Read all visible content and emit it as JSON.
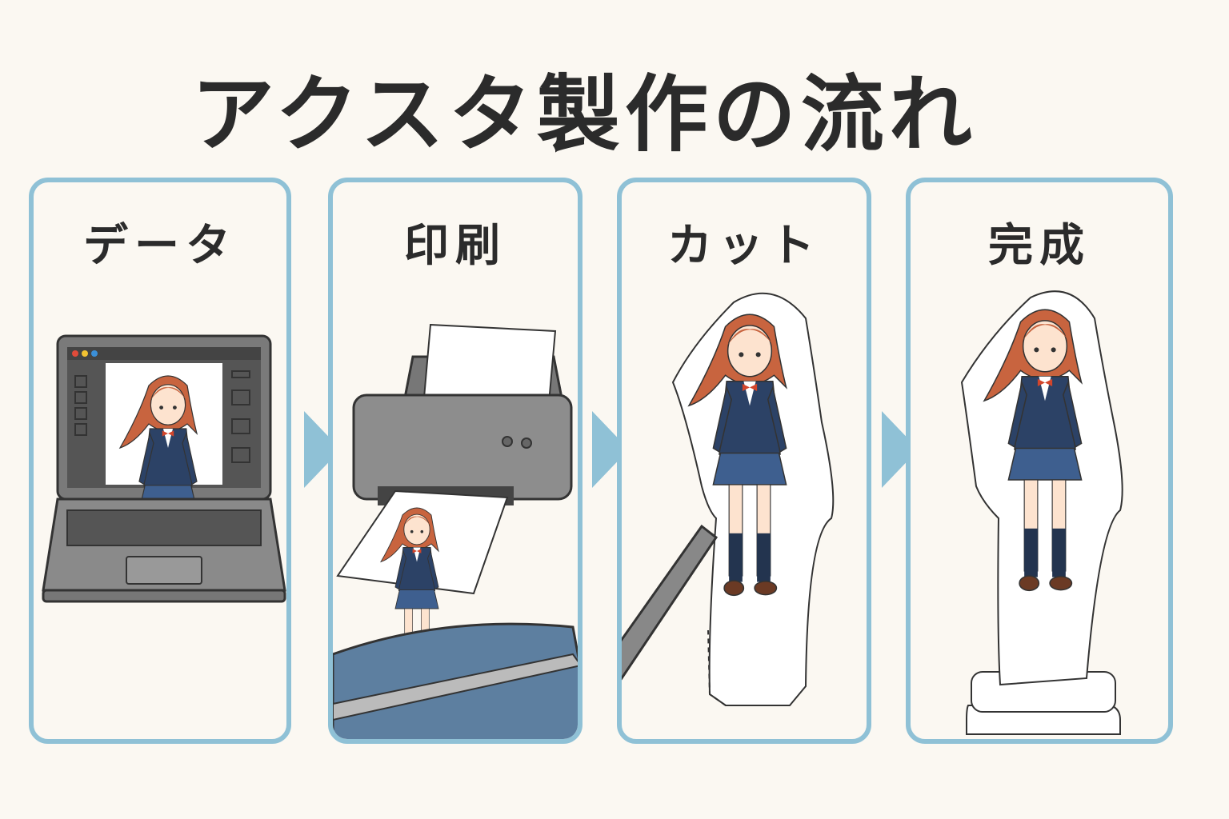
{
  "title": "アクスタ製作の流れ",
  "steps": [
    {
      "label": "データ",
      "icon": "laptop-icon"
    },
    {
      "label": "印刷",
      "icon": "printer-icon"
    },
    {
      "label": "カット",
      "icon": "cutter-icon"
    },
    {
      "label": "完成",
      "icon": "acrylic-stand-icon"
    }
  ],
  "colors": {
    "accent": "#8fc1d6",
    "background": "#fbf8f2",
    "text": "#2b2b2b"
  }
}
